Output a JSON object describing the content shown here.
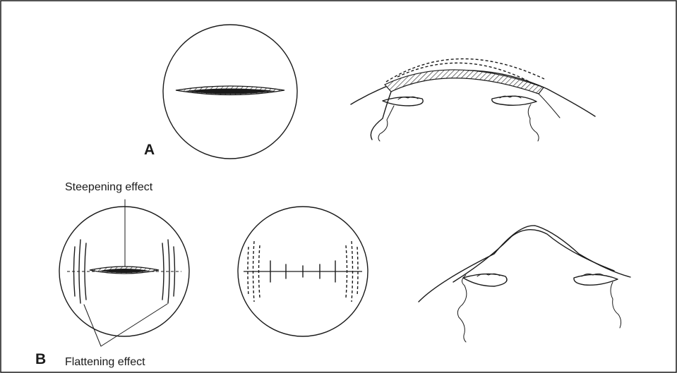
{
  "figure": {
    "panel_a_label": "A",
    "panel_b_label": "B",
    "steepening_label": "Steepening effect",
    "flattening_label": "Flattening effect"
  }
}
